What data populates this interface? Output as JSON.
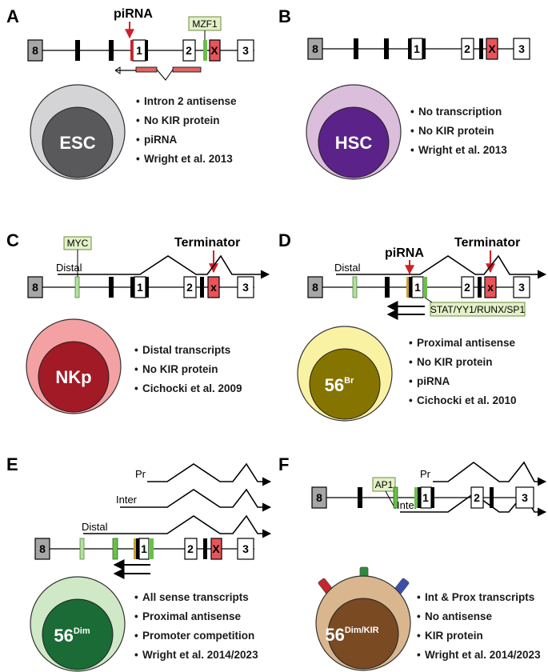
{
  "colors": {
    "exon_gray": "#a6a6a6",
    "exon_red": "#e8545a",
    "green": "#6abf4b",
    "light_green": "#b6dfa0",
    "tf_box": "#e3f1c8",
    "arrow_red": "#d21f26",
    "antisense_red": "#e06666",
    "esc_outer": "#d4d4d6",
    "esc_inner": "#59595c",
    "hsc_outer": "#dbbddc",
    "hsc_inner": "#5b2289",
    "nkp_outer": "#f4a1a3",
    "nkp_inner": "#a11a26",
    "br_outer": "#faf2a3",
    "br_inner": "#857400",
    "dim_outer": "#cfe9c6",
    "dim_inner": "#1a6b35",
    "kir_outer": "#d9b68d",
    "kir_inner": "#7a4a23"
  },
  "exon_labels": {
    "e8": "8",
    "e1": "1",
    "e2": "2",
    "ex": "X",
    "ex_lower": "x",
    "e3": "3"
  },
  "panels": {
    "A": {
      "letter": "A",
      "piRNA": "piRNA",
      "tf": "MZF1",
      "cell": "ESC",
      "bullets": [
        "Intron 2 antisense",
        "No KIR protein",
        "piRNA",
        "Wright et al. 2013"
      ]
    },
    "B": {
      "letter": "B",
      "cell": "HSC",
      "bullets": [
        "No transcription",
        "No KIR protein",
        "Wright et al. 2013"
      ]
    },
    "C": {
      "letter": "C",
      "tf": "MYC",
      "terminator": "Terminator",
      "distal": "Distal",
      "cell": "NKp",
      "bullets": [
        "Distal transcripts",
        "No KIR protein",
        "Cichocki et al. 2009"
      ]
    },
    "D": {
      "letter": "D",
      "piRNA": "piRNA",
      "terminator": "Terminator",
      "distal": "Distal",
      "tf": "STAT/YY1/RUNX/SP1",
      "cell_base": "56",
      "cell_sup": "Br",
      "bullets": [
        "Proximal antisense",
        "No KIR protein",
        "piRNA",
        "Cichocki et al. 2010"
      ]
    },
    "E": {
      "letter": "E",
      "pr": "Pr",
      "inter": "Inter",
      "distal": "Distal",
      "cell_base": "56",
      "cell_sup": "Dim",
      "bullets": [
        "All sense transcripts",
        "Proximal antisense",
        "Promoter competition",
        "Wright et al. 2014/2023"
      ]
    },
    "F": {
      "letter": "F",
      "tf": "AP1",
      "pr": "Pr",
      "inter": "Inter",
      "cell_base": "56",
      "cell_sup": "Dim/KIR",
      "bullets": [
        "Int & Prox transcripts",
        "No antisense",
        "KIR protein",
        "Wright et al. 2014/2023"
      ]
    }
  }
}
